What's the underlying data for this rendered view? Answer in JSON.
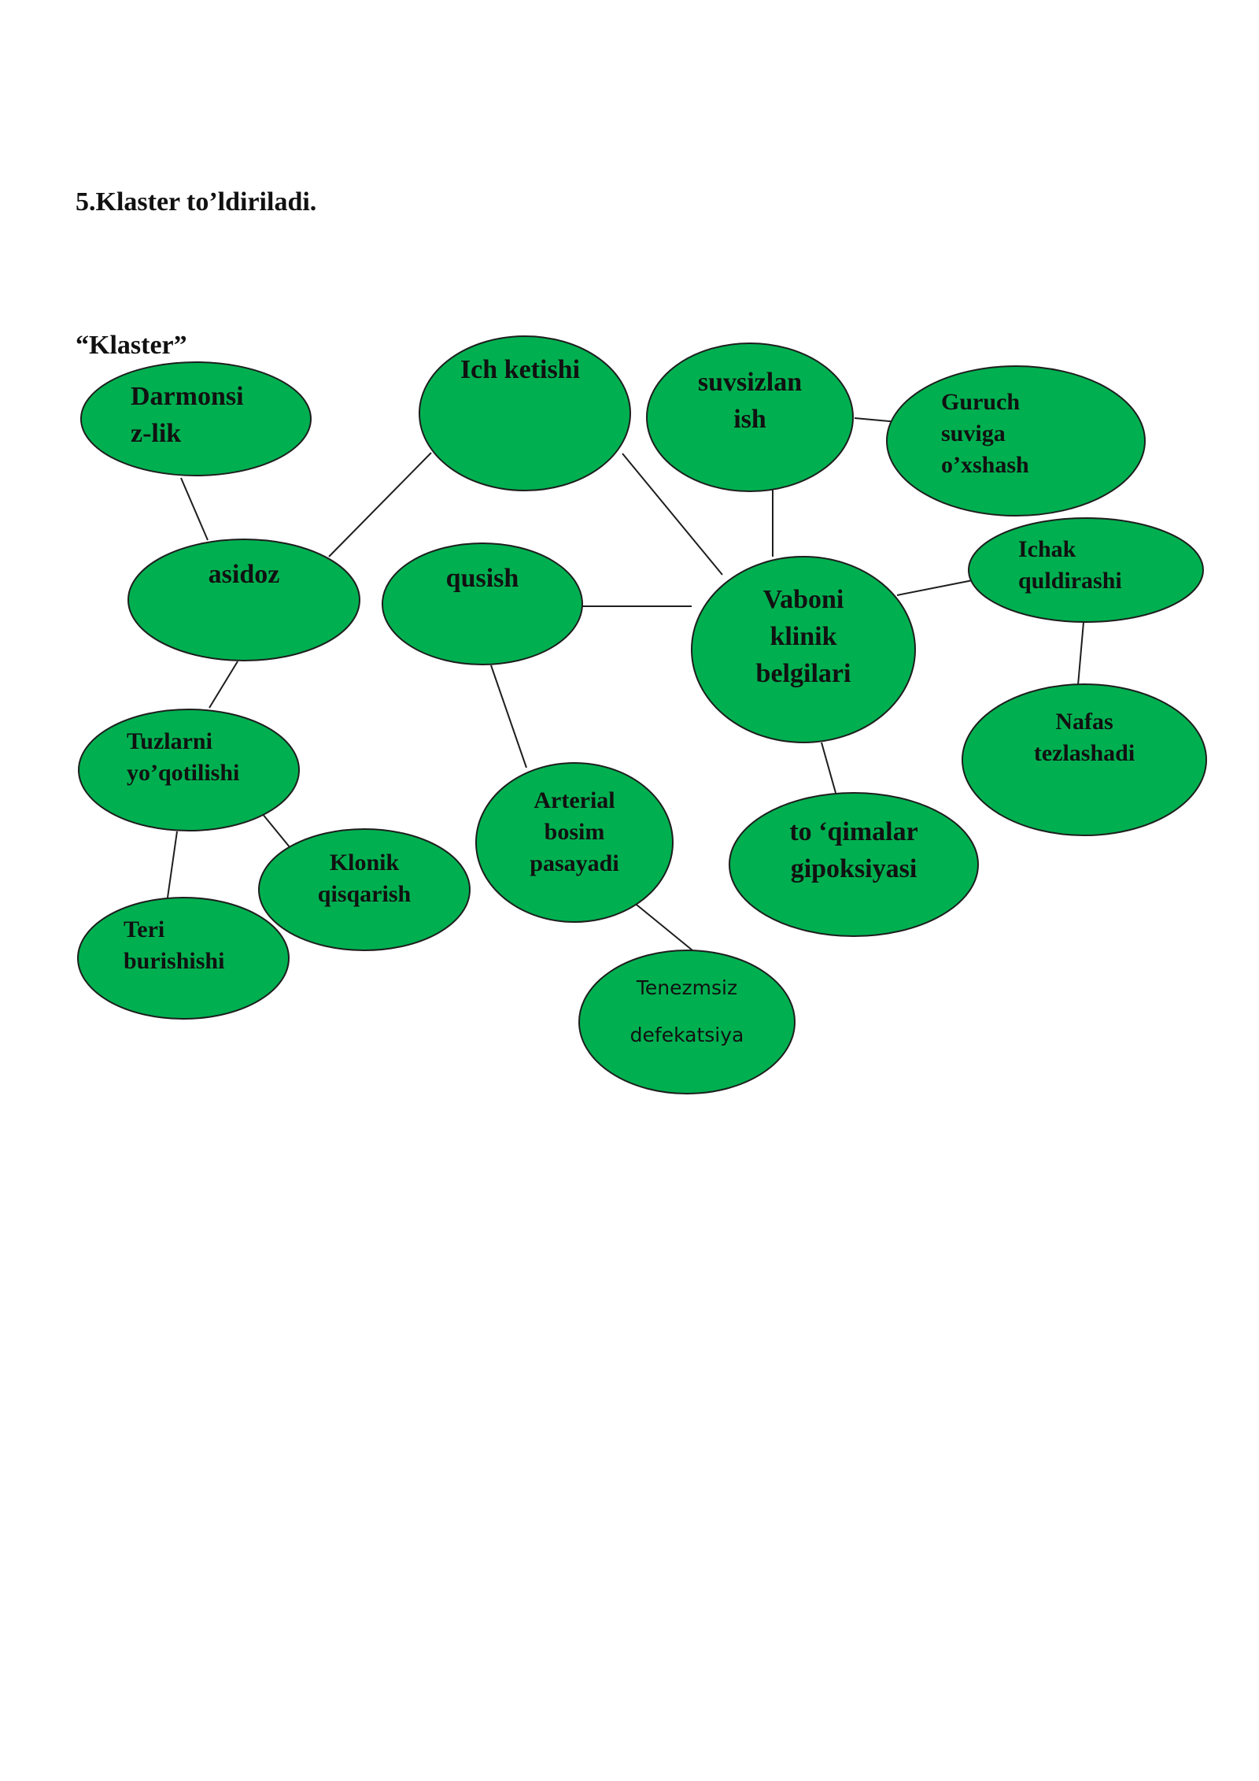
{
  "document": {
    "heading": "5.Klaster  to’ldiriladi.",
    "subheading": "“Klaster”"
  },
  "style": {
    "node_fill": "#00b050",
    "node_stroke": "#1e1e1e",
    "edge_color": "#1e1e1e"
  },
  "diagram": {
    "nodes": [
      {
        "id": "darmonsizlik",
        "lines": [
          "Darmonsi",
          "z-lik"
        ]
      },
      {
        "id": "ich-ketishi",
        "lines": [
          "Ich ketishi"
        ]
      },
      {
        "id": "suvsizlanish",
        "lines": [
          "suvsizlan",
          "ish"
        ]
      },
      {
        "id": "guruch-suviga",
        "lines": [
          "Guruch",
          "suviga",
          "o’xshash"
        ]
      },
      {
        "id": "asidoz",
        "lines": [
          "asidoz"
        ]
      },
      {
        "id": "qusish",
        "lines": [
          "qusish"
        ]
      },
      {
        "id": "vaboni-klinik-belgilari",
        "lines": [
          "Vaboni",
          "klinik",
          "belgilari"
        ]
      },
      {
        "id": "ichak-quldirashi",
        "lines": [
          "Ichak",
          "quldirashi"
        ]
      },
      {
        "id": "tuzlarni-yoqotilishi",
        "lines": [
          "Tuzlarni",
          "yo’qotilishi"
        ]
      },
      {
        "id": "nafas-tezlashadi",
        "lines": [
          "Nafas",
          "tezlashadi"
        ]
      },
      {
        "id": "arterial-bosim-pasayadi",
        "lines": [
          "Arterial",
          "bosim",
          "pasayadi"
        ]
      },
      {
        "id": "toqimalar-gipoksiyasi",
        "lines": [
          "to ‘qimalar",
          "gipoksiyasi"
        ]
      },
      {
        "id": "klonik-qisqarish",
        "lines": [
          "Klonik",
          "qisqarish"
        ]
      },
      {
        "id": "teri-burishishi",
        "lines": [
          "Teri",
          "burishishi"
        ]
      },
      {
        "id": "tenezmsiz-defekatsiya",
        "lines": [
          "Tenezmsiz",
          "defekatsiya"
        ]
      }
    ],
    "edges": [
      {
        "from": "darmonsizlik",
        "to": "asidoz"
      },
      {
        "from": "asidoz",
        "to": "ich-ketishi"
      },
      {
        "from": "ich-ketishi",
        "to": "vaboni-klinik-belgilari"
      },
      {
        "from": "suvsizlanish",
        "to": "vaboni-klinik-belgilari"
      },
      {
        "from": "suvsizlanish",
        "to": "guruch-suviga"
      },
      {
        "from": "qusish",
        "to": "vaboni-klinik-belgilari"
      },
      {
        "from": "vaboni-klinik-belgilari",
        "to": "ichak-quldirashi"
      },
      {
        "from": "ichak-quldirashi",
        "to": "nafas-tezlashadi"
      },
      {
        "from": "vaboni-klinik-belgilari",
        "to": "toqimalar-gipoksiyasi"
      },
      {
        "from": "qusish",
        "to": "arterial-bosim-pasayadi"
      },
      {
        "from": "arterial-bosim-pasayadi",
        "to": "tenezmsiz-defekatsiya"
      },
      {
        "from": "asidoz",
        "to": "tuzlarni-yoqotilishi"
      },
      {
        "from": "tuzlarni-yoqotilishi",
        "to": "klonik-qisqarish"
      },
      {
        "from": "tuzlarni-yoqotilishi",
        "to": "teri-burishishi"
      }
    ]
  }
}
